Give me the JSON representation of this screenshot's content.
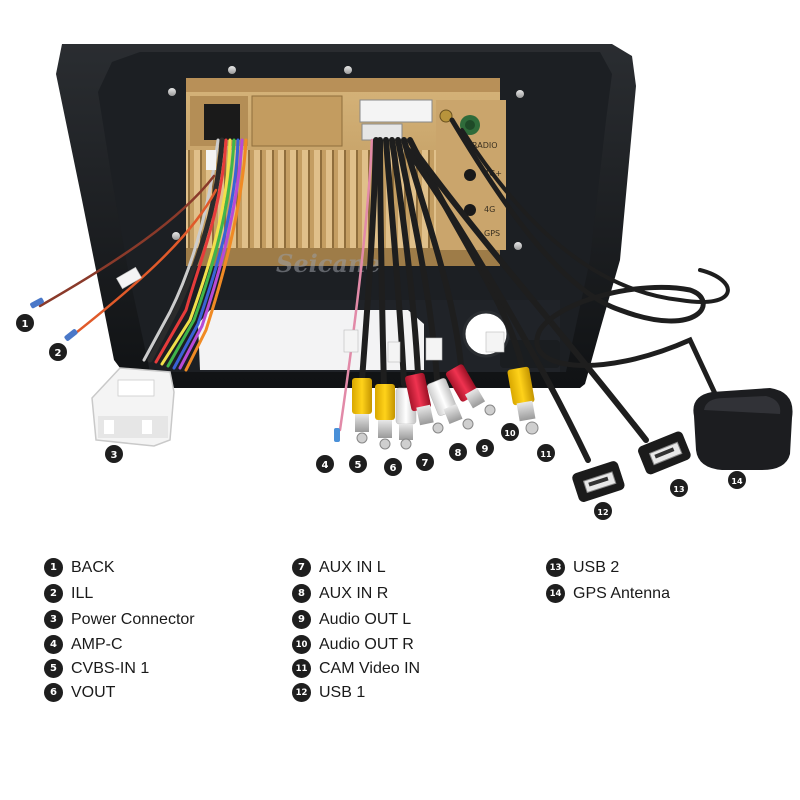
{
  "brand": "Seicane",
  "port_labels": {
    "radio": "RADIO",
    "fourg_top": "4G+",
    "fourg": "4G",
    "gps": "GPS"
  },
  "legend": [
    {
      "num": "1",
      "label": "BACK"
    },
    {
      "num": "2",
      "label": "ILL"
    },
    {
      "num": "3",
      "label": "Power Connector"
    },
    {
      "num": "4",
      "label": "AMP-C"
    },
    {
      "num": "5",
      "label": "CVBS-IN 1"
    },
    {
      "num": "6",
      "label": "VOUT"
    },
    {
      "num": "7",
      "label": "AUX IN L"
    },
    {
      "num": "8",
      "label": "AUX IN R"
    },
    {
      "num": "9",
      "label": "Audio OUT L"
    },
    {
      "num": "10",
      "label": "Audio OUT R"
    },
    {
      "num": "11",
      "label": "CAM Video IN"
    },
    {
      "num": "12",
      "label": "USB 1"
    },
    {
      "num": "13",
      "label": "USB 2"
    },
    {
      "num": "14",
      "label": "GPS Antenna"
    }
  ],
  "colors": {
    "frame": "#16181b",
    "chassis": "#c9a46a",
    "rca_yellow": "#f2c200",
    "rca_white": "#f0f0f0",
    "rca_red": "#d8243a",
    "badge": "#1e1e1e"
  }
}
